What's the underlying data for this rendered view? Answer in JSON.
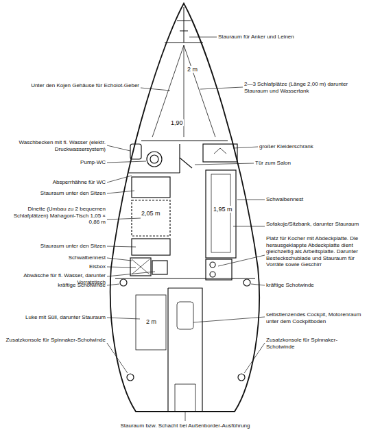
{
  "diagram": {
    "labels": [
      "Stauraum für Anker und Leinen",
      "2—3 Schlafplätze (Länge 2,00 m) darunter Stauraum und Wassertank",
      "Unter den Kojen Gehäuse für Echolot-Geber",
      "großer Kleiderschrank",
      "Tür zum Salon",
      "Waschbecken mit fl. Wasser (elektr. Druckwassersystem)",
      "Pump-WC",
      "Absperrhähne für WC",
      "Stauraum unter den Sitzen",
      "Schwalbennest",
      "Dinette (Umbau zu 2 bequemen Schlafplätzen) Mahagoni-Tisch 1,05 × 0,86 m",
      "Sofakoje/Sitzbank, darunter Stauraum",
      "Stauraum unter den Sitzen",
      "Schwalbennest",
      "Eisbox",
      "Abwäsche für fl. Wasser, darunter Vorratstisch",
      "Platz für Kocher mit Abdeckplatte. Die herausgeklappte Abdeckplatte dient gleichzeitig als Arbeitsplatte. Darunter Besteckschublade und Stauraum für Vorräte sowie Geschirr",
      "kräftige Schotwinde",
      "kräftige Schotwinde",
      "Luke mit Süll, darunter Stauraum",
      "selbstlenzendes Cockpit, Motorenraum unter dem Cockpitboden",
      "Zusatzkonsole für Spinnaker-Schotwinde",
      "Zusatzkonsole für Spinnaker-Schotwinde",
      "Stauraum bzw. Schacht bei Außenborder-Ausführung",
      "2 m",
      "1,90",
      "2,05 m",
      "1,95 m",
      "2 m"
    ]
  }
}
